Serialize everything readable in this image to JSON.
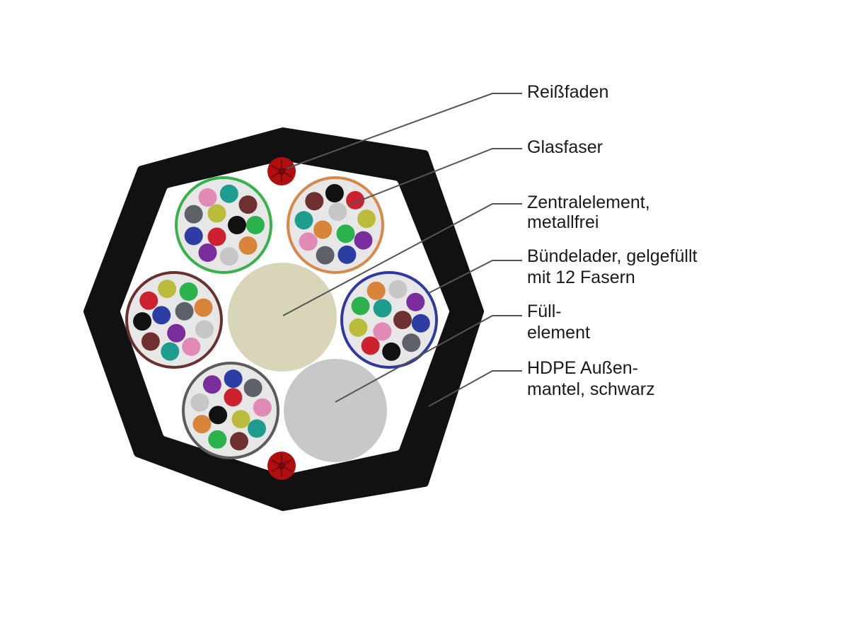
{
  "labels": {
    "reissfaden": "Reißfaden",
    "glasfaser": "Glasfaser",
    "zentral_l1": "Zentralelement,",
    "zentral_l2": "metallfrei",
    "buendel_l1": "Bündelader, gelgefüllt",
    "buendel_l2": "mit 12 Fasern",
    "fuell_l1": "Füll-",
    "fuell_l2": "element",
    "hdpe_l1": "HDPE Außen-",
    "hdpe_l2": "mantel, schwarz"
  },
  "colors": {
    "jacket": "#111111",
    "core_fill": "#ffffff",
    "central_element": "#d9d5b8",
    "filler_element": "#c8c8ca",
    "ripcord": "#b00f10",
    "tube_fill": "#e7e7e7",
    "tube_green": "#37b24a",
    "tube_orange": "#d8894a",
    "tube_brown": "#6a3030",
    "tube_blue": "#2f3aa0",
    "tube_gray": "#5b5b5b"
  },
  "fiber_colors": [
    "#111111",
    "#cc2230",
    "#bcbc3c",
    "#2bb24c",
    "#d8843a",
    "#c6c6c6",
    "#7a2d9c",
    "#2e3da4",
    "#5e6068",
    "#e08ab5",
    "#1e9c8e",
    "#6e3030"
  ]
}
